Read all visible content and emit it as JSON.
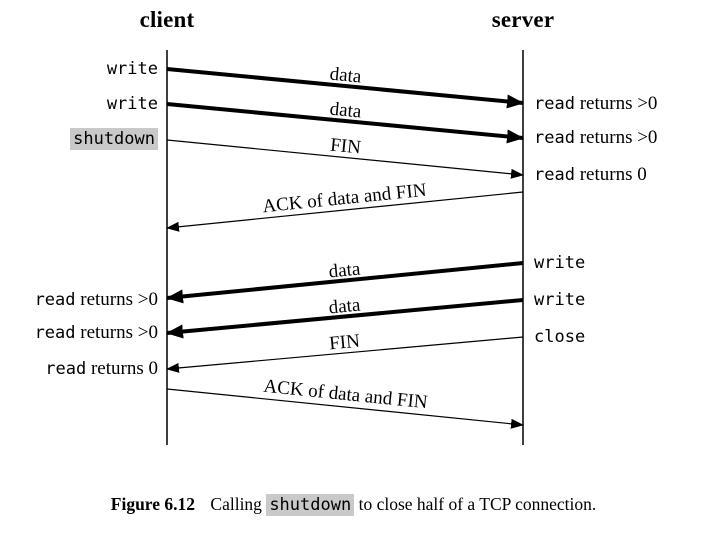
{
  "colors": {
    "line": "#000000",
    "background": "#ffffff",
    "code_highlight_bg": "#c9c9c9"
  },
  "diagram": {
    "client_header": "client",
    "server_header": "server",
    "client_labels": [
      {
        "mono": "write"
      },
      {
        "mono": "write"
      },
      {
        "mono": "shutdown",
        "highlighted": true
      },
      {
        "mono": "read",
        "rest": "returns >0"
      },
      {
        "mono": "read",
        "rest": "returns >0"
      },
      {
        "mono": "read",
        "rest": "returns 0"
      }
    ],
    "server_labels": [
      {
        "mono": "read",
        "rest": "returns >0"
      },
      {
        "mono": "read",
        "rest": "returns >0"
      },
      {
        "mono": "read",
        "rest": "returns 0"
      },
      {
        "mono": "write"
      },
      {
        "mono": "write"
      },
      {
        "mono": "close"
      }
    ],
    "messages": [
      {
        "label": "data",
        "from": "client",
        "to": "server",
        "style": "thick"
      },
      {
        "label": "data",
        "from": "client",
        "to": "server",
        "style": "thick"
      },
      {
        "label": "FIN",
        "from": "client",
        "to": "server",
        "style": "thin"
      },
      {
        "label": "ACK of data and FIN",
        "from": "server",
        "to": "client",
        "style": "thin"
      },
      {
        "label": "data",
        "from": "server",
        "to": "client",
        "style": "thick"
      },
      {
        "label": "data",
        "from": "server",
        "to": "client",
        "style": "thick"
      },
      {
        "label": "FIN",
        "from": "server",
        "to": "client",
        "style": "thin"
      },
      {
        "label": "ACK of data and FIN",
        "from": "client",
        "to": "server",
        "style": "thin"
      }
    ]
  },
  "caption": {
    "figure_label": "Figure 6.12",
    "text_before": "Calling",
    "code": "shutdown",
    "text_after": "to close half of a TCP connection."
  }
}
